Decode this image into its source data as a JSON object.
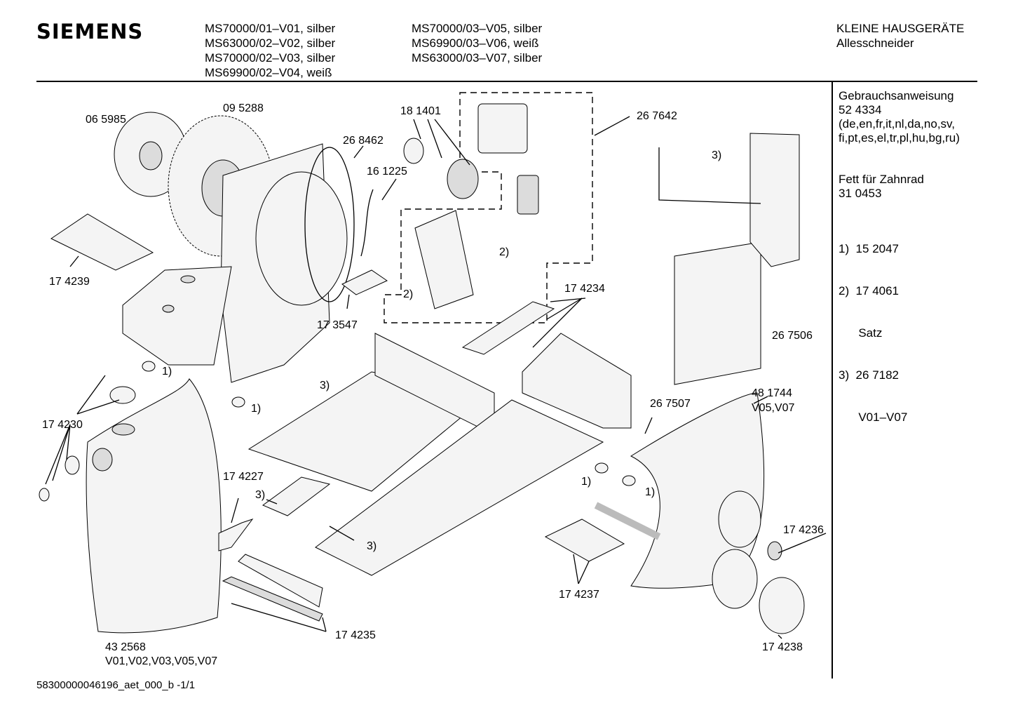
{
  "header": {
    "brand": "SIEMENS",
    "models_col1": [
      "MS70000/01–V01, silber",
      "MS63000/02–V02, silber",
      "MS70000/02–V03, silber",
      "MS69900/02–V04, weiß"
    ],
    "models_col2": [
      "MS70000/03–V05, silber",
      "MS69900/03–V06, weiß",
      "MS63000/03–V07, silber"
    ],
    "category": "KLEINE HAUSGERÄTE",
    "product": "Allesschneider"
  },
  "sidebar": {
    "manual_title": "Gebrauchsanweisung",
    "manual_number": "52 4334",
    "manual_langs_1": "(de,en,fr,it,nl,da,no,sv,",
    "manual_langs_2": "fi,pt,es,el,tr,pl,hu,bg,ru)",
    "grease_title": "Fett für Zahnrad",
    "grease_number": "31 0453",
    "notes": [
      {
        "text": "1)  15 2047"
      },
      {
        "text": "2)  17 4061"
      },
      {
        "text": "      Satz"
      },
      {
        "text": "3)  26 7182"
      },
      {
        "text": "      V01–V07"
      }
    ]
  },
  "parts": {
    "p065985": "06 5985",
    "p095288": "09 5288",
    "p268462": "26 8462",
    "p181401": "18 1401",
    "p161225": "16 1225",
    "p267642": "26 7642",
    "p174239": "17 4239",
    "p173547": "17 3547",
    "p174234": "17 4234",
    "p267506": "26 7506",
    "p174230": "17 4230",
    "p267507": "26 7507",
    "p481744": "48 1744",
    "p481744_var": "V05,V07",
    "p174227": "17 4227",
    "p174236": "17 4236",
    "p174237": "17 4237",
    "p174235": "17 4235",
    "p432568": "43 2568",
    "p432568_var": "V01,V02,V03,V05,V07",
    "p174238": "17 4238"
  },
  "refs": {
    "r1": "1)",
    "r2": "2)",
    "r3": "3)"
  },
  "footer": {
    "doc_id": "58300000046196_aet_000_b -1/1"
  }
}
